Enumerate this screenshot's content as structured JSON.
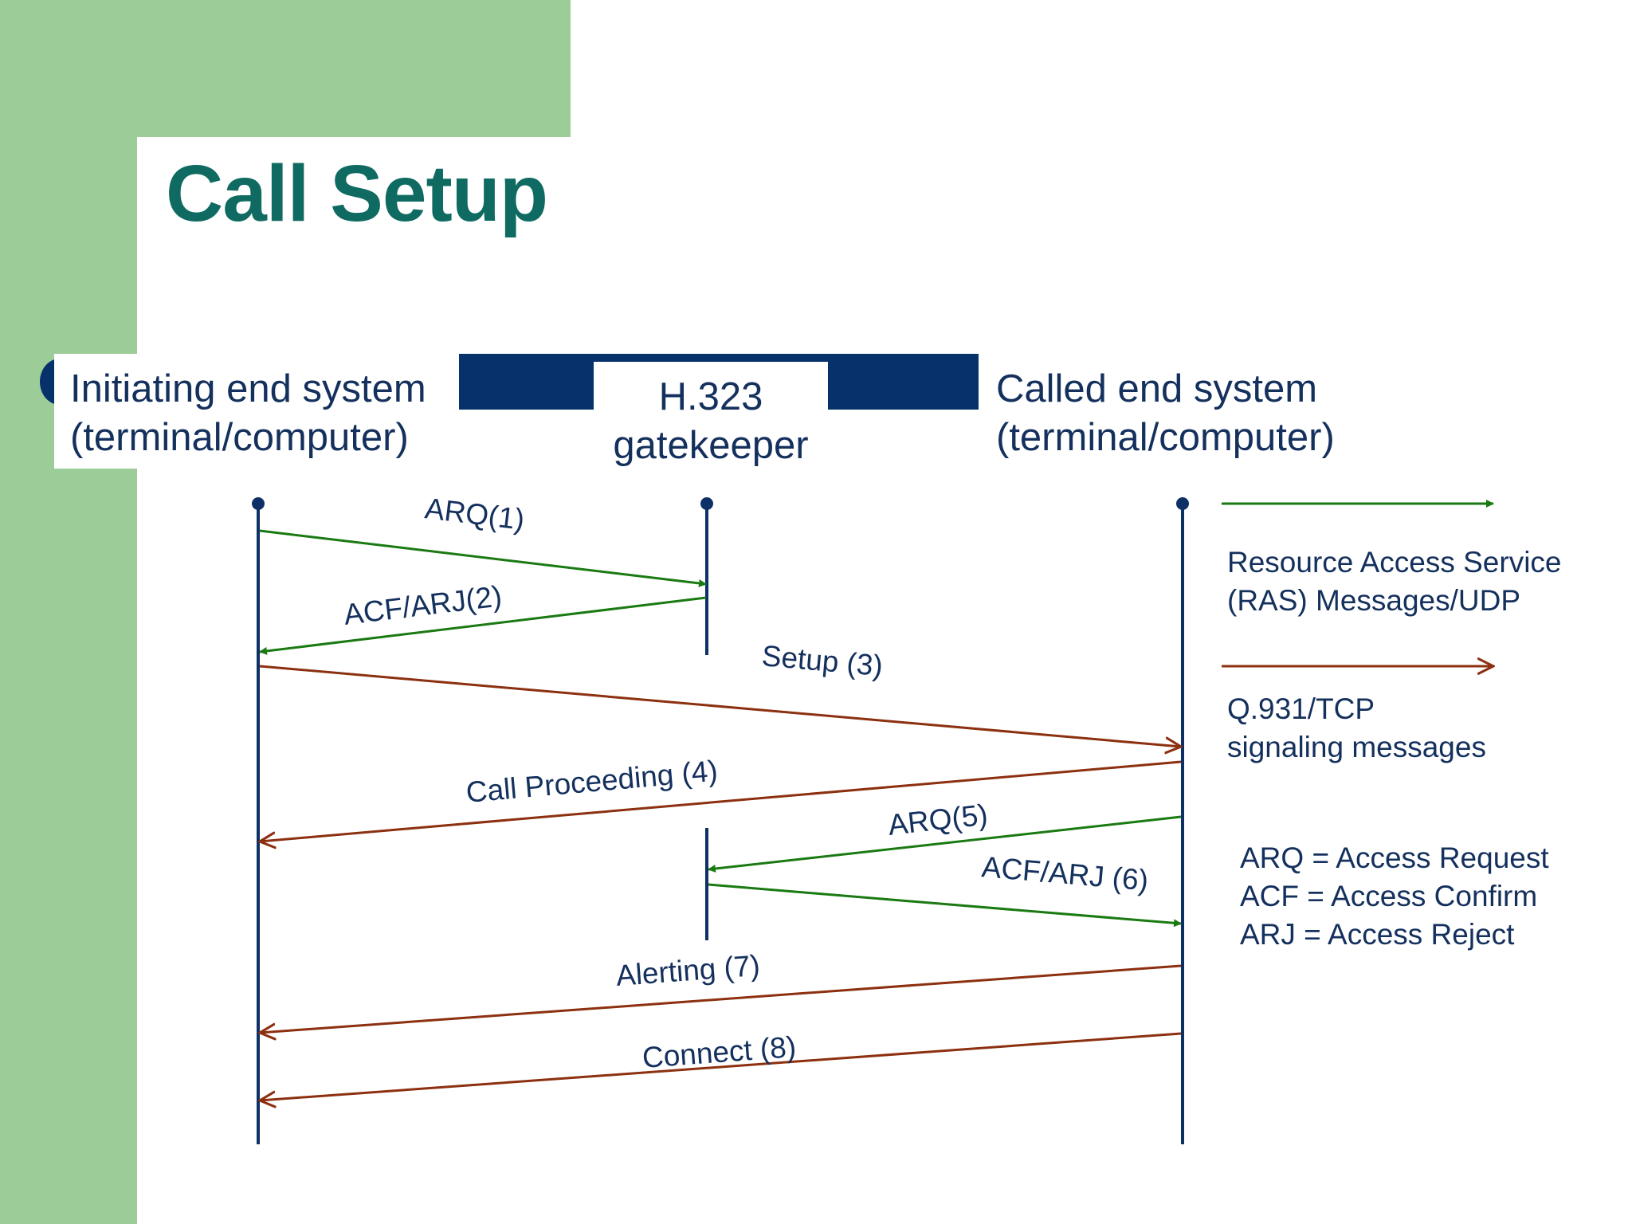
{
  "title": "Call Setup",
  "columns": {
    "left": {
      "line1": "Initiating end system",
      "line2": "(terminal/computer)"
    },
    "middle": {
      "line1": "H.323",
      "line2": "gatekeeper"
    },
    "right": {
      "line1": "Called end system",
      "line2": "(terminal/computer)"
    }
  },
  "messages": [
    {
      "label": "ARQ(1)",
      "from": "initiating",
      "to": "gatekeeper",
      "kind": "ras"
    },
    {
      "label": "ACF/ARJ(2)",
      "from": "gatekeeper",
      "to": "initiating",
      "kind": "ras"
    },
    {
      "label": "Setup (3)",
      "from": "initiating",
      "to": "called",
      "kind": "q931"
    },
    {
      "label": "Call Proceeding (4)",
      "from": "called",
      "to": "initiating",
      "kind": "q931"
    },
    {
      "label": "ARQ(5)",
      "from": "called",
      "to": "gatekeeper",
      "kind": "ras"
    },
    {
      "label": "ACF/ARJ (6)",
      "from": "gatekeeper",
      "to": "called",
      "kind": "ras"
    },
    {
      "label": "Alerting (7)",
      "from": "called",
      "to": "initiating",
      "kind": "q931"
    },
    {
      "label": "Connect (8)",
      "from": "called",
      "to": "initiating",
      "kind": "q931"
    }
  ],
  "legend": {
    "ras": {
      "line1": "Resource Access Service",
      "line2": "(RAS) Messages/UDP"
    },
    "q931": {
      "line1": "Q.931/TCP",
      "line2": "signaling messages"
    }
  },
  "abbreviations": [
    "ARQ = Access Request",
    "ACF = Access Confirm",
    "ARJ = Access Reject"
  ],
  "colors": {
    "ras": "#1a7a12",
    "q931": "#8c3010",
    "lifeline": "#0d3066",
    "title": "#0f6b62",
    "accent_green": "#9ccd98",
    "navy": "#06316a"
  }
}
